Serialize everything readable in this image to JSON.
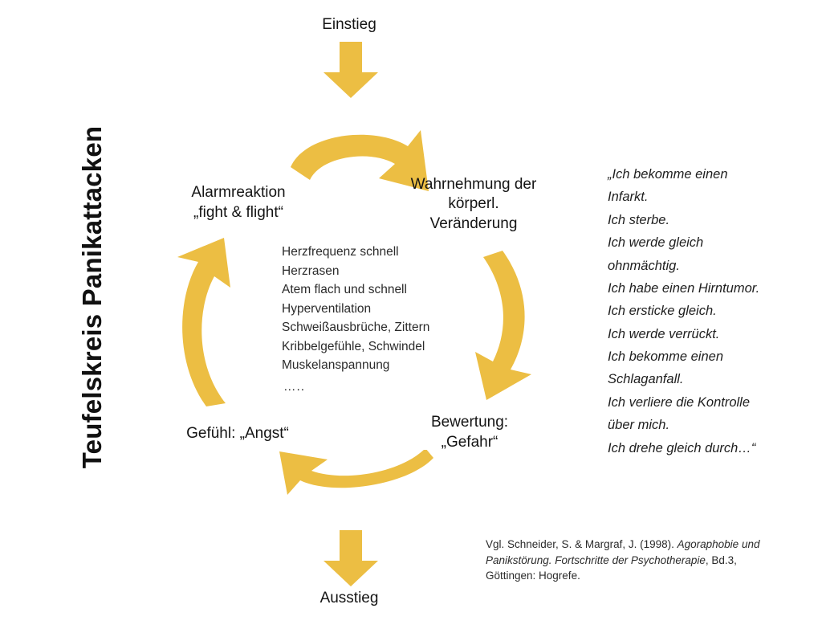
{
  "page": {
    "title_vertical": "Teufelskreis Panikattacken",
    "background_color": "#ffffff",
    "arrow_color": "#ecbe43",
    "text_color": "#141414"
  },
  "cycle": {
    "entry_label": "Einstieg",
    "exit_label": "Ausstieg",
    "nodes": [
      {
        "id": "wahrnehmung",
        "label": "Wahrnehmung der\nkörperl.\nVeränderung"
      },
      {
        "id": "bewertung",
        "label": "Bewertung:\n„Gefahr“"
      },
      {
        "id": "gefuehl",
        "label": "Gefühl: „Angst“"
      },
      {
        "id": "alarmreaktion",
        "label": "Alarmreaktion\n„fight & flight“"
      }
    ],
    "arrows": [
      {
        "id": "entry-arrow",
        "direction": "down",
        "shape": "straight"
      },
      {
        "id": "top-arrow",
        "direction": "clockwise-right",
        "shape": "curved"
      },
      {
        "id": "right-arrow",
        "direction": "clockwise-down",
        "shape": "curved"
      },
      {
        "id": "bottom-arrow",
        "direction": "clockwise-left",
        "shape": "curved"
      },
      {
        "id": "left-arrow",
        "direction": "clockwise-up",
        "shape": "curved"
      },
      {
        "id": "exit-arrow",
        "direction": "down",
        "shape": "straight"
      }
    ]
  },
  "symptoms": {
    "items": "Herzfrequenz schnell\nHerzrasen\nAtem flach und schnell\nHyperventilation\nSchweißausbrüche, Zittern\nKribbelgefühle, Schwindel\nMuskelanspannung",
    "ellipsis": "….."
  },
  "thoughts": {
    "text": "„Ich bekomme einen\nInfarkt.\nIch sterbe.\nIch werde gleich\nohnmächtig.\nIch habe einen Hirntumor.\nIch ersticke gleich.\nIch werde verrückt.\nIch bekomme einen\nSchlaganfall.\nIch verliere die Kontrolle\nüber mich.\nIch drehe gleich durch…“"
  },
  "citation": {
    "prefix": "Vgl. Schneider, S. & Margraf, J. (1998). ",
    "italic": "Agoraphobie und Panikstörung. Fortschritte der Psychotherapie",
    "suffix": ", Bd.3, Göttingen: Hogrefe."
  }
}
